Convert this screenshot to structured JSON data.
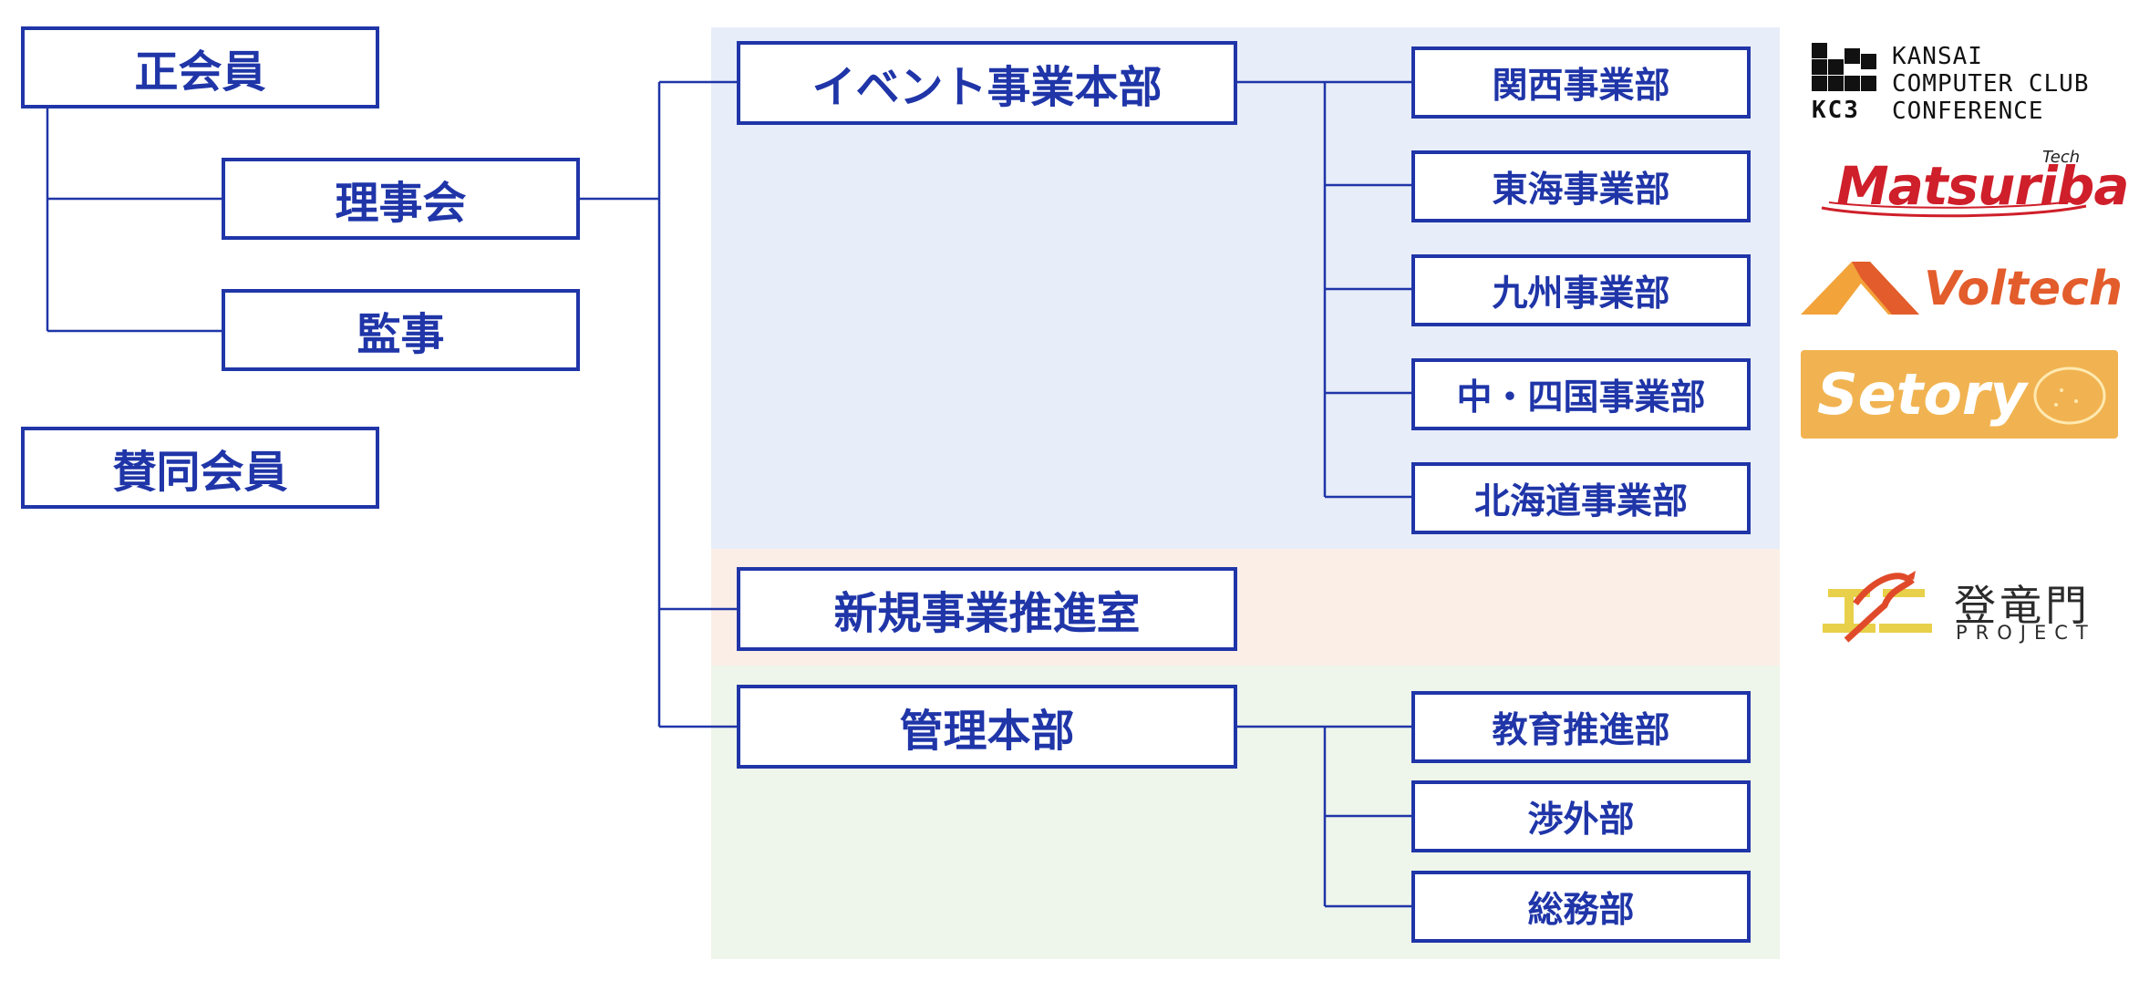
{
  "colors": {
    "primary": "#1f35a8",
    "band_event": "#e7edf9",
    "band_new_business": "#fbeee6",
    "band_admin": "#eef5ea",
    "kc3": "#111111",
    "matsuriba": "#cf1f2a",
    "voltech": "#e35c2c",
    "setory": "#f1b351",
    "touryumon_accent": "#e8d04a"
  },
  "membership": {
    "regular_members": "正会員",
    "board": "理事会",
    "auditor": "監事",
    "supporting_members": "賛同会員"
  },
  "divisions": {
    "event": {
      "label": "イベント事業本部",
      "units": [
        "関西事業部",
        "東海事業部",
        "九州事業部",
        "中・四国事業部",
        "北海道事業部"
      ]
    },
    "new_business": {
      "label": "新規事業推進室"
    },
    "admin": {
      "label": "管理本部",
      "units": [
        "教育推進部",
        "渉外部",
        "総務部"
      ]
    }
  },
  "logos": {
    "kc3": {
      "lines": [
        "KANSAI",
        "COMPUTER CLUB",
        "CONFERENCE"
      ],
      "mark_text": "KC3",
      "icon": "kc3-block-mark"
    },
    "matsuriba": {
      "wordmark": "Matsuriba",
      "superscript": "Tech"
    },
    "voltech": {
      "wordmark": "Voltech",
      "icon": "mountain-icon"
    },
    "setory": {
      "wordmark": "Setory",
      "icon": "lemon-icon"
    },
    "touryumon": {
      "title": "登竜門",
      "subtitle": "PROJECT",
      "icon": "dragon-icon"
    }
  }
}
